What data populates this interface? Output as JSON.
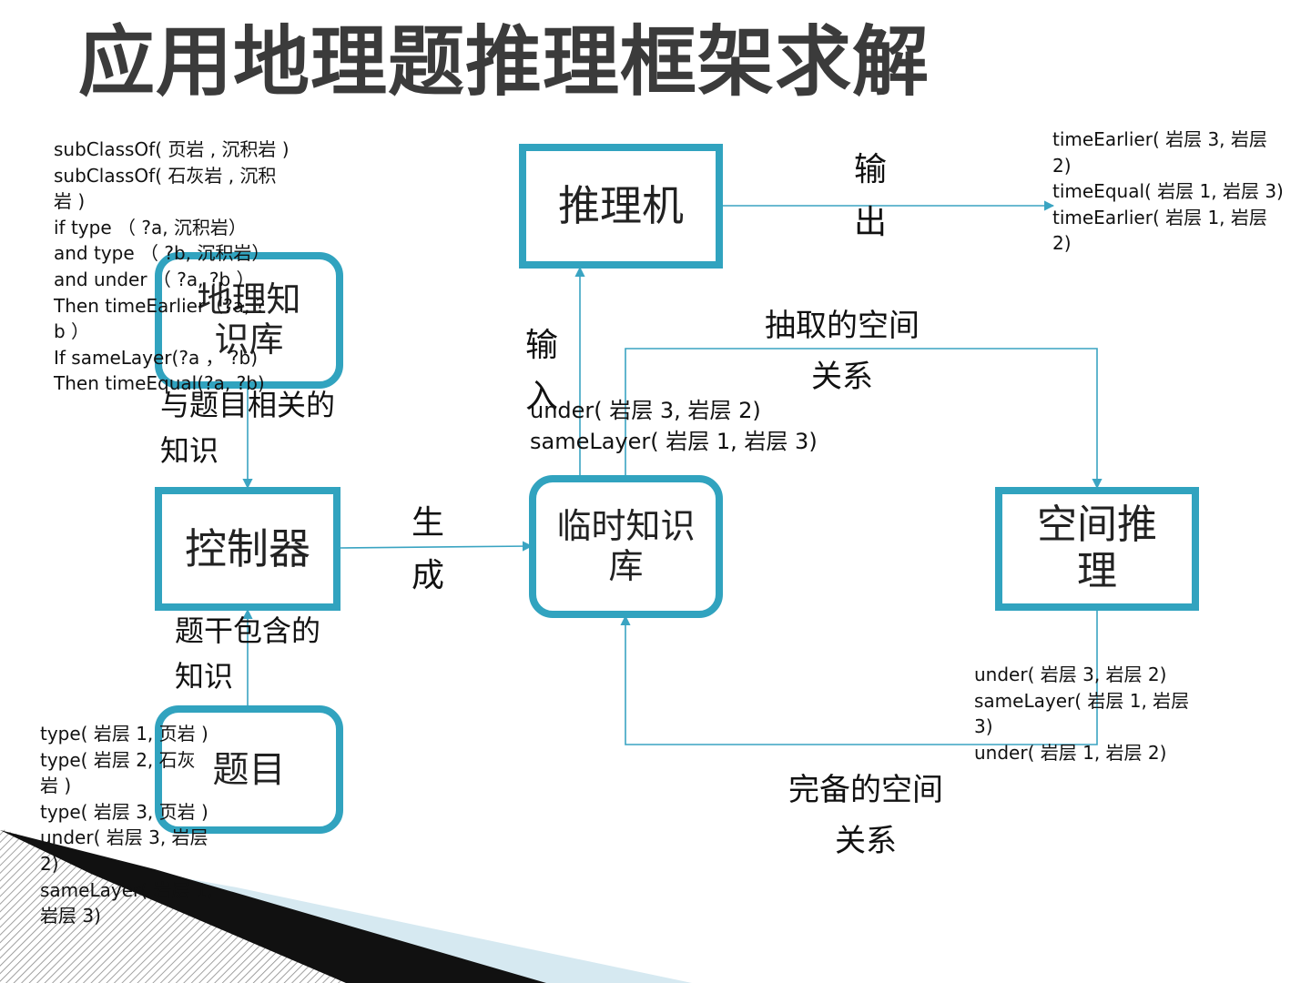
{
  "title": "应用地理题推理框架求解",
  "colors": {
    "accent": "#31a3bf",
    "arrow": "#3aa4c2",
    "title": "#3b3b3b"
  },
  "boxes": {
    "reasoner": "推理机",
    "knowledge_base": "地理知\n识库",
    "controller": "控制器",
    "temp_kb": "临时知识\n库",
    "spatial": "空间推\n理",
    "question": "题目"
  },
  "labels": {
    "output": "输\n出",
    "input": "输\n入",
    "generate": "生\n成",
    "extracted": "抽取的空间\n关系",
    "complete": "完备的空间\n关系",
    "related_knowledge": "与题目相关的\n知识",
    "stem_knowledge": "题干包含的\n知识"
  },
  "notes": {
    "rules": "subClassOf( 页岩 , 沉积岩 )\nsubClassOf( 石灰岩 , 沉积\n岩 )\nif type （ ?a, 沉积岩）\nand type （ ?b, 沉积岩）\nand under （ ?a, ?b ）\nThen timeEarlier（?a, ?\nb ）\nIf sameLayer(?a ， ?b)\nThen timeEqual(?a, ?b)",
    "output_facts": "timeEarlier( 岩层 3, 岩层\n2)\ntimeEqual( 岩层 1, 岩层 3)\ntimeEarlier( 岩层 1, 岩层\n2)",
    "temp_facts": "under( 岩层 3, 岩层 2)\nsameLayer( 岩层 1, 岩层 3)",
    "spatial_facts": "under( 岩层 3, 岩层 2)\nsameLayer( 岩层 1, 岩层\n3)\nunder( 岩层 1, 岩层 2)",
    "question_facts": "type( 岩层 1, 页岩 )\ntype( 岩层 2, 石灰\n岩 )\ntype( 岩层 3, 页岩 )\nunder( 岩层 3, 岩层\n2)\nsameLayer( 岩层 1,\n岩层 3)"
  }
}
